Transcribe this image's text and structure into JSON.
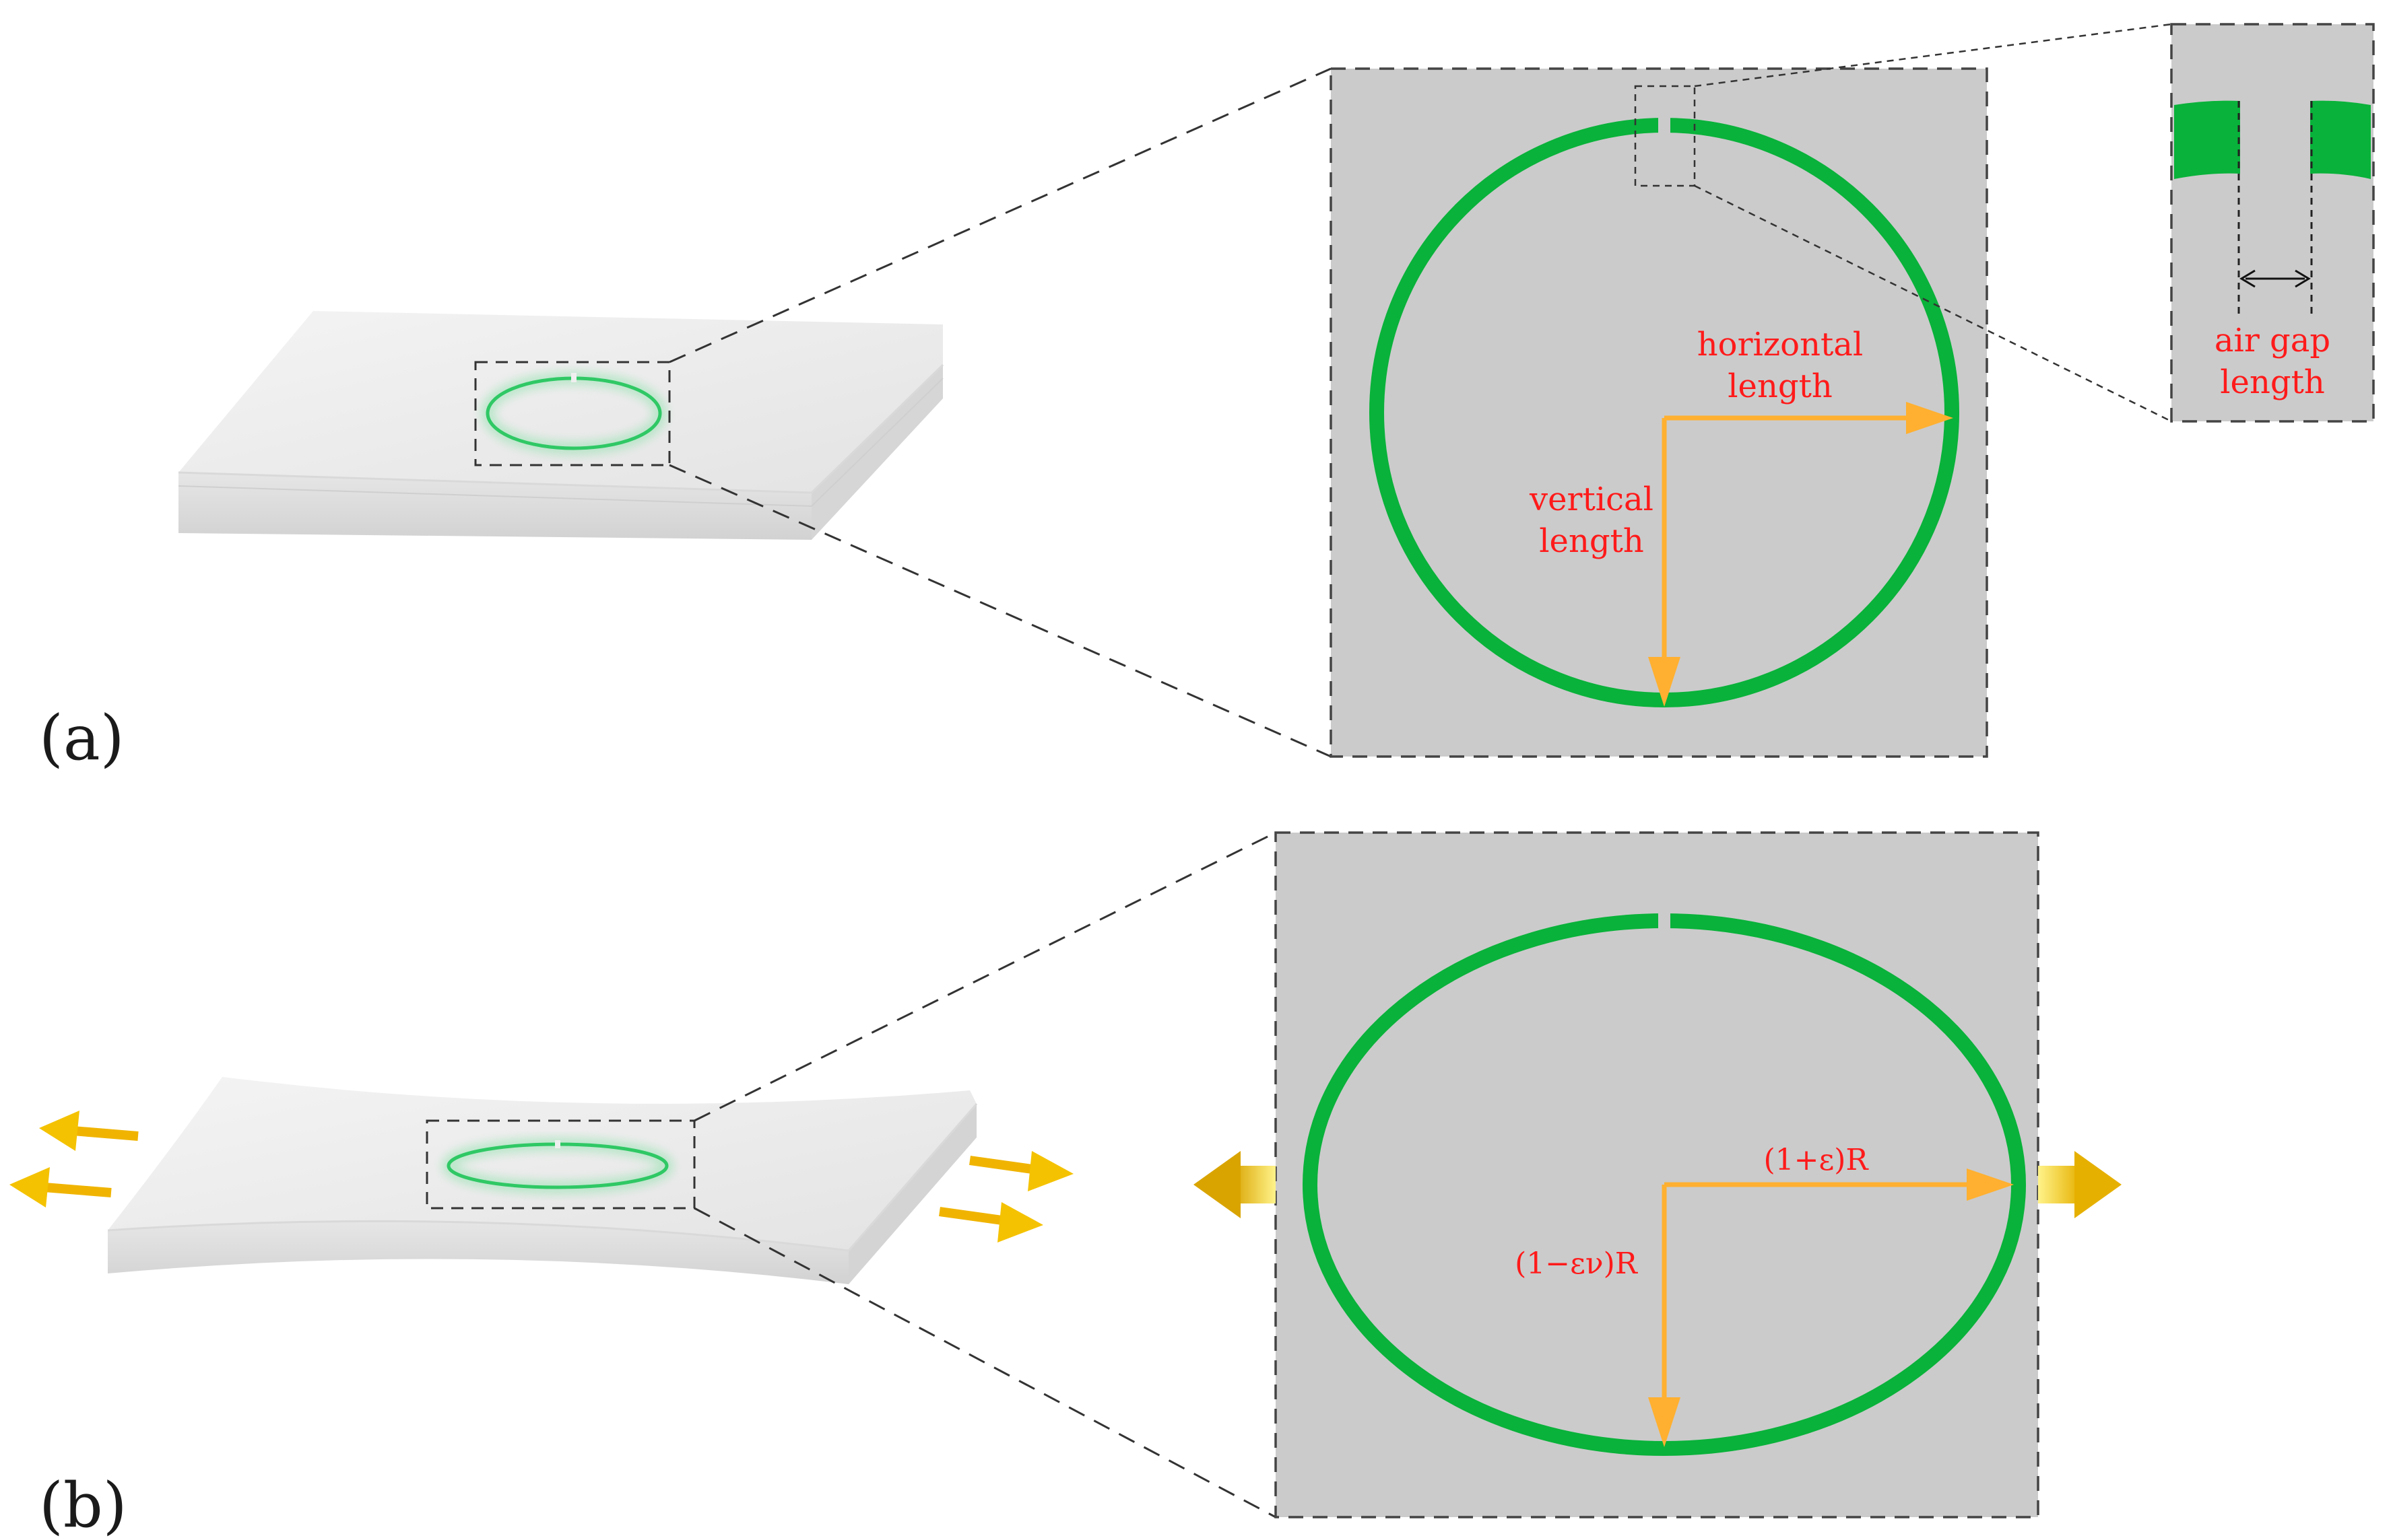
{
  "panels": [
    {
      "label": "(a)"
    },
    {
      "label": "(b)"
    }
  ],
  "annotations": {
    "horizontal_line1": "horizontal",
    "horizontal_line2": "length",
    "vertical_line1": "vertical",
    "vertical_line2": "length",
    "airgap_line1": "air gap",
    "airgap_line2": "length",
    "strained_horizontal": "(1+ε)R",
    "strained_vertical": "(1−εν)R"
  },
  "colors": {
    "ring": "#09b23a",
    "arrow_dimension": "#ffb030",
    "strain_arrow": "#f2c200",
    "annotation_text": "#ff1a1a",
    "zoom_background": "#cbcbcb",
    "substrate": "#ececec"
  }
}
